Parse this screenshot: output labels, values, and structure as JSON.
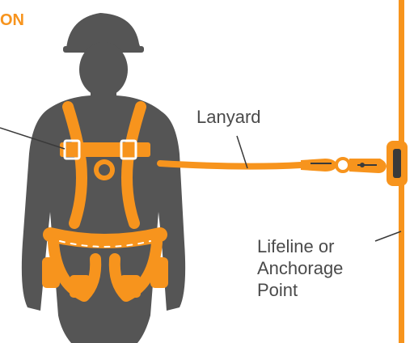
{
  "diagram": {
    "title_fragment": "ON",
    "labels": {
      "lanyard": "Lanyard",
      "lifeline_line1": "Lifeline or",
      "lifeline_line2": "Anchorage",
      "lifeline_line3": "Point"
    }
  },
  "colors": {
    "accent": "#f7941d",
    "silhouette": "#555555",
    "text": "#4a4a4a",
    "hardware": "#3a3a3a"
  },
  "icons": [
    "worker-silhouette-icon",
    "safety-harness-icon",
    "snap-hook-icon",
    "rope-grab-icon"
  ]
}
